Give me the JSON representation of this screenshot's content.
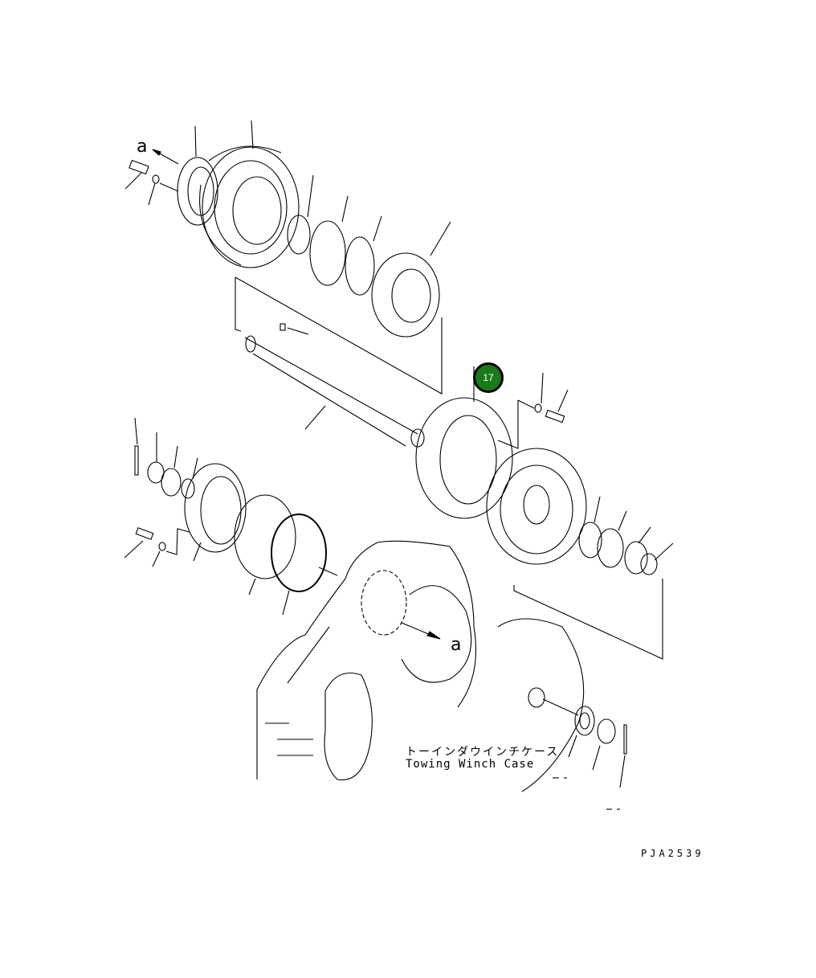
{
  "diagram": {
    "type": "exploded-parts-view",
    "case_label_jp": "トーインダウインチケース",
    "case_label_en": "Towing Winch Case",
    "drawing_code": "PJA2539",
    "reference_marks": [
      "a",
      "a"
    ],
    "highlighted_part": {
      "number": "17",
      "color": "#1a7a1a"
    }
  }
}
